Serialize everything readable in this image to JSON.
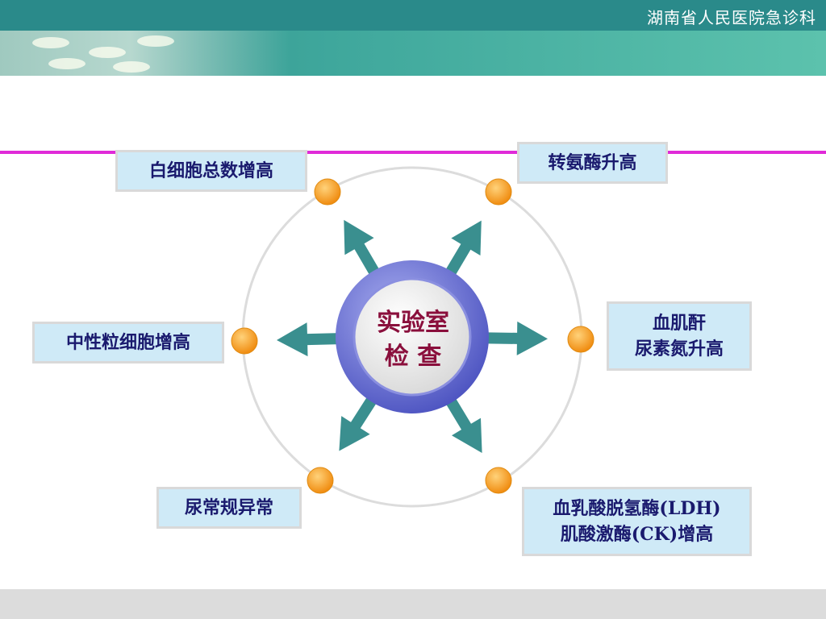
{
  "header": {
    "title": "湖南省人民医院急诊科"
  },
  "diagram": {
    "center": "实验室\n检 查",
    "items": [
      {
        "label": "白细胞总数增高"
      },
      {
        "label": "转氨酶升高"
      },
      {
        "label": "中性粒细胞增高"
      },
      {
        "label": "血肌酐\n尿素氮升高"
      },
      {
        "label": "尿常规异常"
      },
      {
        "label": "血乳酸脱氢酶(LDH)\n肌酸激酶(CK)增高"
      }
    ]
  },
  "colors": {
    "header_dark": "#2a8a8a",
    "arrow": "#3a8f8f",
    "node_orange": "#f5a623",
    "center_ring": "#6f75d8",
    "label_text": "#1a1a6e",
    "center_text": "#8a0f3c",
    "accent_line": "#e02ad8"
  }
}
